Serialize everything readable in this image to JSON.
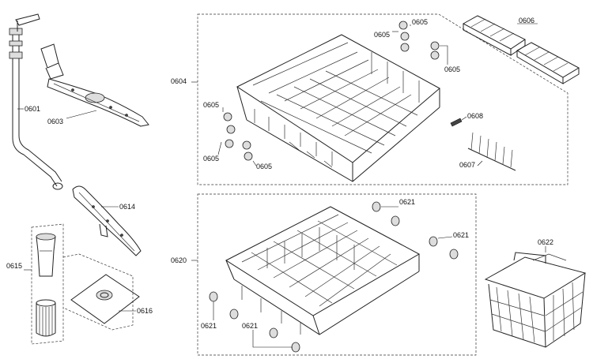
{
  "labels": {
    "p0601": "0601",
    "p0603": "0603",
    "p0604": "0604",
    "p0605_a": "0605",
    "p0605_b": "0605",
    "p0605_c": "0605",
    "p0605_d": "0605",
    "p0605_e": "0605",
    "p0605_f": "0605",
    "p0606": "0606",
    "p0607": "0607",
    "p0608": "0608",
    "p0614": "0614",
    "p0615": "0615",
    "p0616": "0616",
    "p0620": "0620",
    "p0621_a": "0621",
    "p0621_b": "0621",
    "p0621_c": "0621",
    "p0621_d": "0621",
    "p0622": "0622"
  }
}
